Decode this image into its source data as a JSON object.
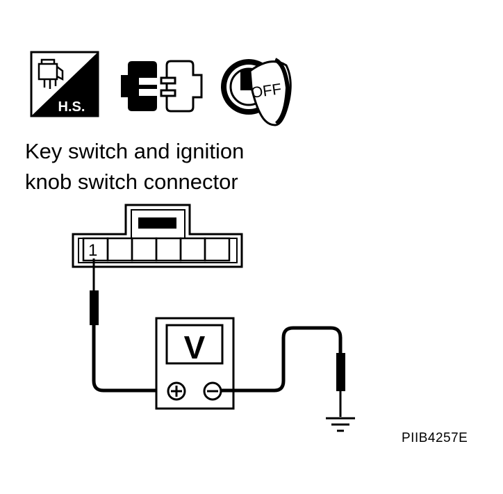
{
  "header_icons": {
    "harness_side_label": "H.S.",
    "key_label": "OFF"
  },
  "caption": {
    "line1": "Key switch and ignition",
    "line2": "knob switch connector"
  },
  "connector": {
    "terminal_label": "1"
  },
  "meter": {
    "display_label": "V",
    "positive_symbol": "+",
    "negative_symbol": "−"
  },
  "figure_id": "PIIB4257E"
}
